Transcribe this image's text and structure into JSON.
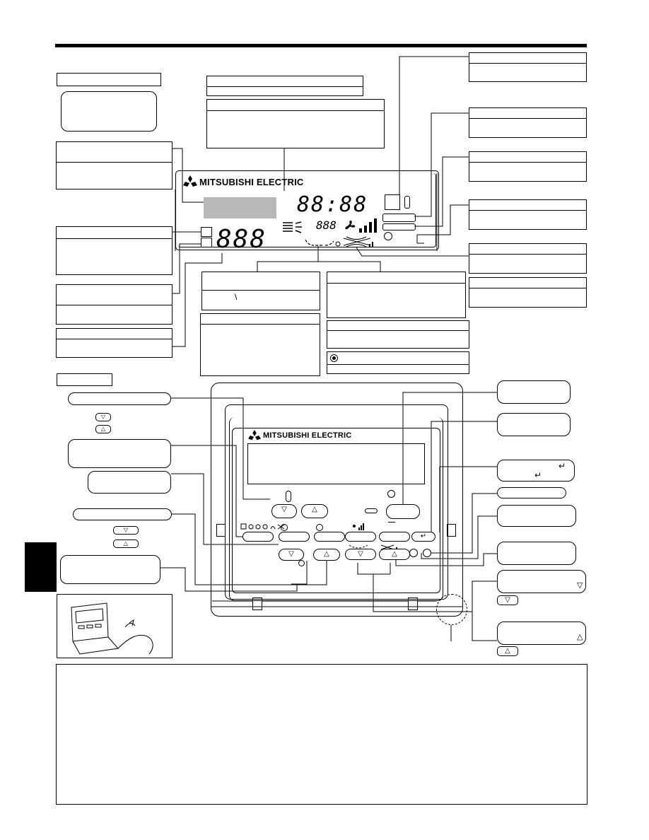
{
  "brand": {
    "logo_text": "MITSUBISHI ELECTRIC",
    "logo_text_panel": "MITSUBISHI ELECTRIC"
  },
  "lcd": {
    "clock": "88:88",
    "temp": "888",
    "vane_readout": "888"
  },
  "symbols": {
    "down": "▽",
    "up": "△",
    "enter": "↵",
    "power": "⏻",
    "clock": "◴",
    "slash": "\\"
  },
  "colors": {
    "lcd_gray": "#b8b8b8",
    "ink": "#000000"
  }
}
